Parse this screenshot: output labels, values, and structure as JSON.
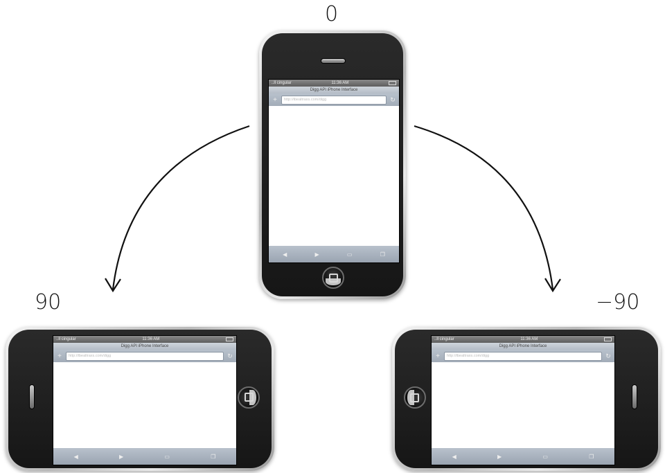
{
  "labels": {
    "top": "0",
    "left": "90",
    "right": "−90"
  },
  "screen": {
    "carrier": "..ll cingular",
    "time": "11:36 AM",
    "page_title": "Digg API iPhone Interface",
    "url": "http://ibealtraxs.com/digg"
  },
  "icons": {
    "plus": "add-bookmark-icon",
    "reload": "reload-icon",
    "back": "back-arrow-icon",
    "forward": "forward-arrow-icon",
    "bookmarks": "bookmarks-icon",
    "pages": "pages-icon"
  },
  "colors": {
    "phone_body": "#1a1a1a",
    "bezel": "#c8c8c8",
    "arrow": "#111111"
  }
}
